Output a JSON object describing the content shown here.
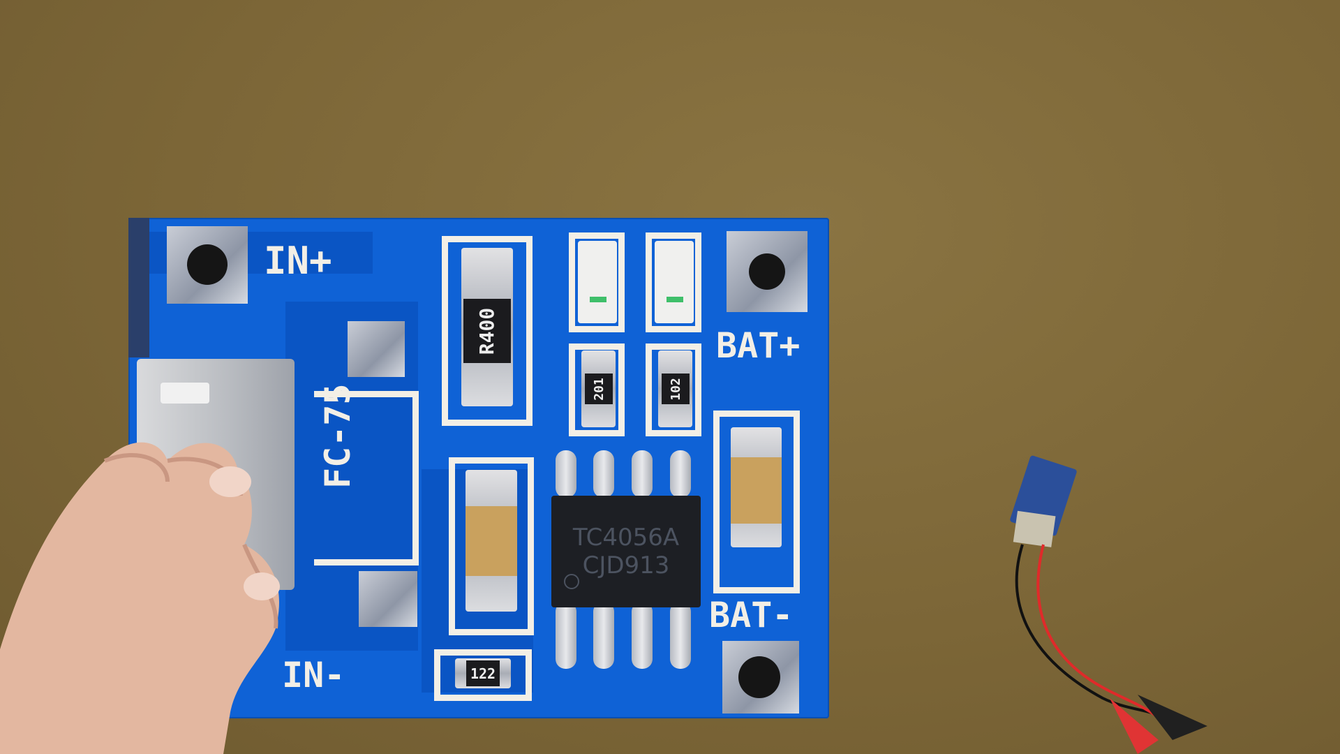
{
  "scene": "pcb-photo",
  "board": {
    "color": "#0f62d6",
    "silkscreen_color": "#f3efe6",
    "labels": {
      "in_plus": "IN+",
      "in_minus": "IN-",
      "bat_plus": "BAT+",
      "bat_minus": "BAT-",
      "connector": "FC-75"
    },
    "components": {
      "sense_resistor": "R400",
      "resistor_a": "201",
      "resistor_b": "102",
      "resistor_c": "122",
      "chip_line1": "TC4056A",
      "chip_line2": "CJD913"
    }
  },
  "background_color": "#7c6637"
}
